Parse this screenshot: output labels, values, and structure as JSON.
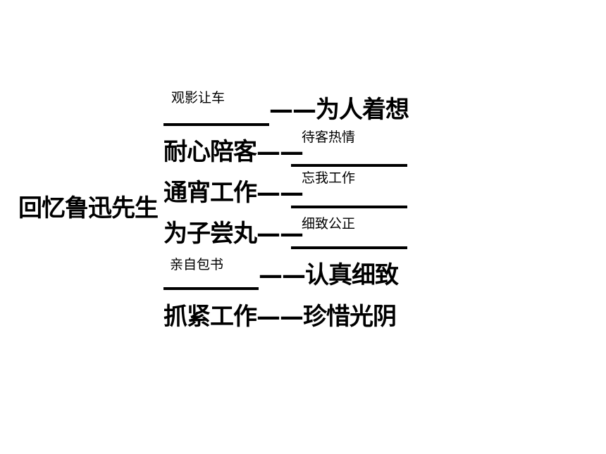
{
  "root": "回忆鲁迅先生",
  "rows": [
    {
      "prefix": "",
      "answer": "观影让车",
      "suffix": "——为人着想"
    },
    {
      "prefix": "耐心陪客——",
      "answer": "待客热情",
      "suffix": ""
    },
    {
      "prefix": "通宵工作——",
      "answer": "忘我工作",
      "suffix": ""
    },
    {
      "prefix": "为子尝丸——",
      "answer": "细致公正",
      "suffix": ""
    },
    {
      "prefix": "",
      "answer": "亲自包书",
      "suffix": "——认真细致"
    },
    {
      "prefix": "抓紧工作——珍惜光阴",
      "answer": "",
      "suffix": ""
    }
  ]
}
